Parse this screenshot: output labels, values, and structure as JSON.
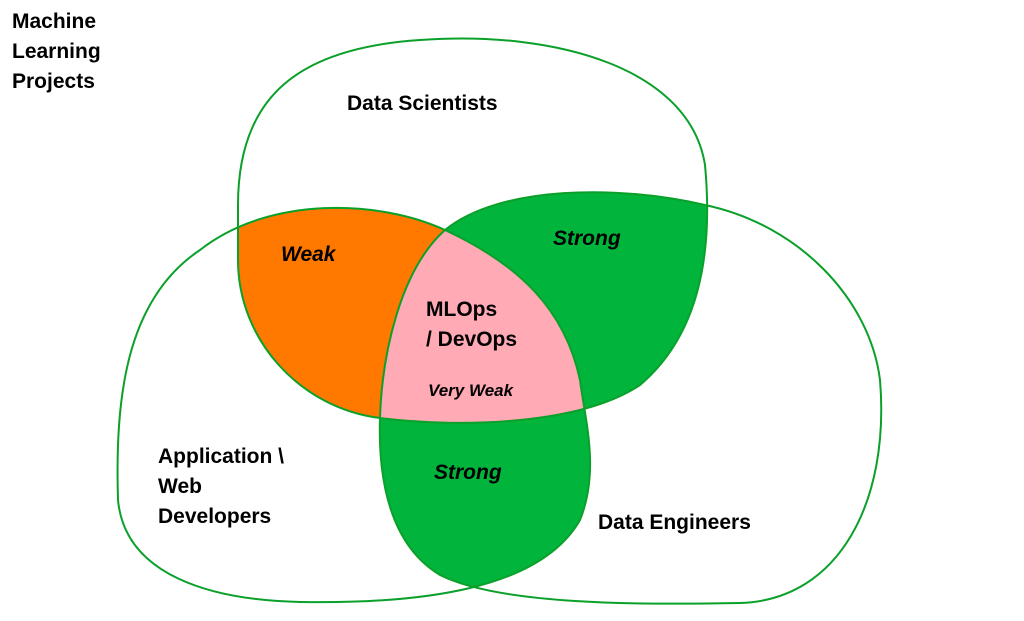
{
  "title_lines": [
    "Machine",
    "Learning",
    "Projects"
  ],
  "groups": {
    "data_scientists": "Data Scientists",
    "app_developers_lines": [
      "Application \\",
      "Web",
      "Developers"
    ],
    "data_engineers": "Data Engineers"
  },
  "overlaps": {
    "ds_app": "Weak",
    "ds_de": "Strong",
    "app_de": "Strong",
    "center_lines": [
      "MLOps",
      "/ DevOps"
    ],
    "center_strength": "Very Weak"
  },
  "colors": {
    "outline": "#0aa02a",
    "weak": "#ff7800",
    "strong": "#00b43c",
    "very_weak": "#ffaab4",
    "text": "#000000"
  }
}
